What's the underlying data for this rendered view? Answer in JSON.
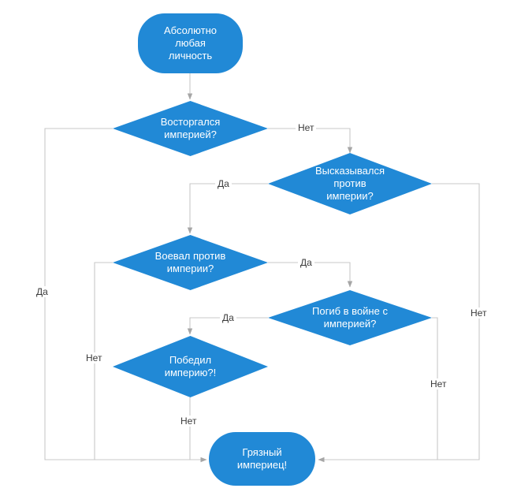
{
  "diagram": {
    "type": "flowchart",
    "accent_color": "#2189d6",
    "edge_color": "#c8c8c8",
    "arrow_color": "#a6a6a6",
    "label_color": "#3a3a3a",
    "background": "#ffffff"
  },
  "nodes": {
    "start": {
      "shape": "rounded-terminal",
      "text": "Абсолютно\nлюбая\nличность",
      "line1": "Абсолютно",
      "line2": "любая",
      "line3": "личность"
    },
    "d1": {
      "shape": "diamond",
      "line1": "Восторгался",
      "line2": "империей?"
    },
    "d2": {
      "shape": "diamond",
      "line1": "Высказывался",
      "line2": "против",
      "line3": "империи?"
    },
    "d3": {
      "shape": "diamond",
      "line1": "Воевал против",
      "line2": "империи?"
    },
    "d4": {
      "shape": "diamond",
      "line1": "Погиб в войне с",
      "line2": "империей?"
    },
    "d5": {
      "shape": "diamond",
      "line1": "Победил",
      "line2": "империю?!"
    },
    "end": {
      "shape": "rounded-terminal",
      "line1": "Грязный",
      "line2": "империец!"
    }
  },
  "edge_labels": {
    "d1_no": "Нет",
    "d1_yes": "Да",
    "d2_yes": "Да",
    "d2_no": "Нет",
    "d3_yes": "Да",
    "d3_no": "Нет",
    "d4_yes": "Да",
    "d4_no": "Нет",
    "d5_no": "Нет"
  }
}
